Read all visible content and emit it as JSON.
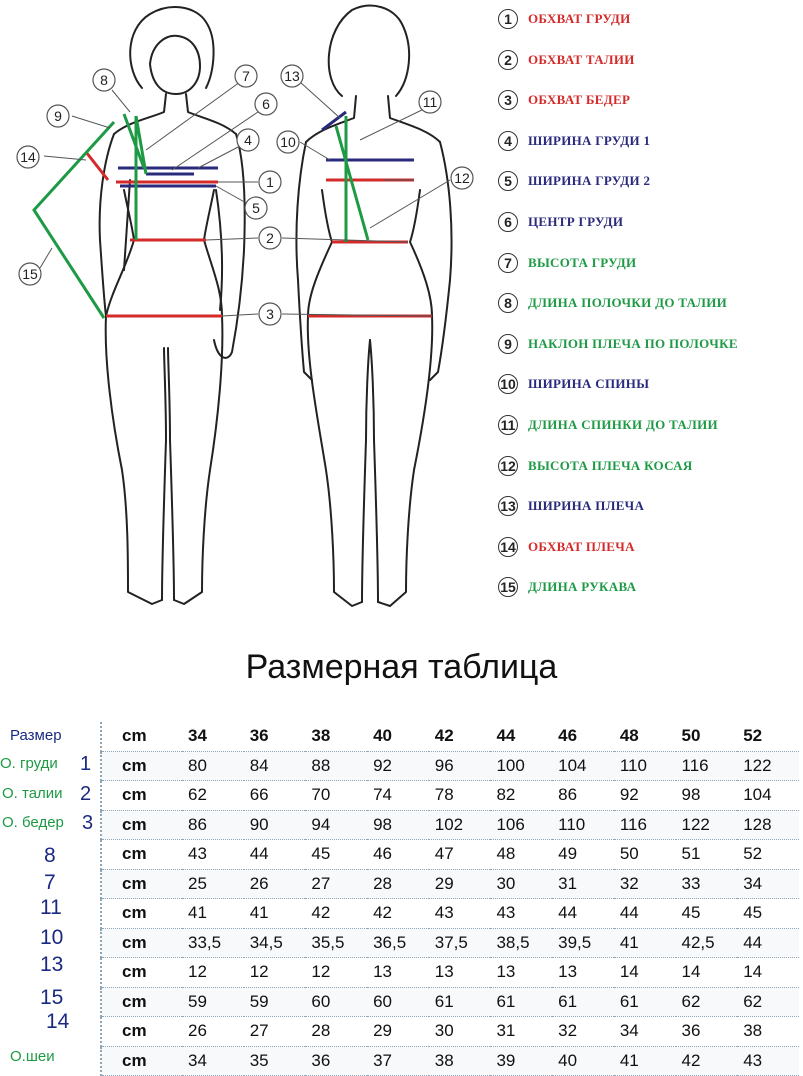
{
  "callouts": [
    "1",
    "2",
    "3",
    "4",
    "5",
    "6",
    "7",
    "8",
    "9",
    "10",
    "11",
    "12",
    "13",
    "14",
    "15"
  ],
  "legend": [
    {
      "num": "1",
      "label": "ОБХВАТ ГРУДИ",
      "color": "#d42a2a"
    },
    {
      "num": "2",
      "label": "ОБХВАТ ТАЛИИ",
      "color": "#d42a2a"
    },
    {
      "num": "3",
      "label": "ОБХВАТ БЕДЕР",
      "color": "#d42a2a"
    },
    {
      "num": "4",
      "label": "ШИРИНА ГРУДИ 1",
      "color": "#2a2a7c"
    },
    {
      "num": "5",
      "label": "ШИРИНА ГРУДИ 2",
      "color": "#2a2a7c"
    },
    {
      "num": "6",
      "label": "ЦЕНТР ГРУДИ",
      "color": "#2a2a7c"
    },
    {
      "num": "7",
      "label": "ВЫСОТА ГРУДИ",
      "color": "#1e9a45"
    },
    {
      "num": "8",
      "label": "ДЛИНА ПОЛОЧКИ ДО ТАЛИИ",
      "color": "#1e9a45"
    },
    {
      "num": "9",
      "label": "НАКЛОН ПЛЕЧА ПО ПОЛОЧКЕ",
      "color": "#1e9a45"
    },
    {
      "num": "10",
      "label": "ШИРИНА СПИНЫ",
      "color": "#2a2a7c"
    },
    {
      "num": "11",
      "label": "ДЛИНА СПИНКИ ДО ТАЛИИ",
      "color": "#1e9a45"
    },
    {
      "num": "12",
      "label": "ВЫСОТА ПЛЕЧА КОСАЯ",
      "color": "#1e9a45"
    },
    {
      "num": "13",
      "label": "ШИРИНА ПЛЕЧА",
      "color": "#2a2a7c"
    },
    {
      "num": "14",
      "label": "ОБХВАТ ПЛЕЧА",
      "color": "#d42a2a"
    },
    {
      "num": "15",
      "label": "ДЛИНА РУКАВА",
      "color": "#1e9a45"
    }
  ],
  "title": "Размерная таблица",
  "row_labels": [
    {
      "text": "Размер",
      "num": "",
      "color": "#1a2a80"
    },
    {
      "text": "О. груди",
      "num": "1",
      "color": "#1e9a45"
    },
    {
      "text": "О. талии",
      "num": "2",
      "color": "#1e9a45"
    },
    {
      "text": "О. бедер",
      "num": "3",
      "color": "#1e9a45"
    },
    {
      "text": "",
      "num": "8",
      "color": "#1a2a80"
    },
    {
      "text": "",
      "num": "7",
      "color": "#1a2a80"
    },
    {
      "text": "",
      "num": "11",
      "color": "#1a2a80"
    },
    {
      "text": "",
      "num": "10",
      "color": "#1a2a80"
    },
    {
      "text": "",
      "num": "13",
      "color": "#1a2a80"
    },
    {
      "text": "",
      "num": "15",
      "color": "#1a2a80"
    },
    {
      "text": "",
      "num": "14",
      "color": "#1a2a80"
    },
    {
      "text": "О.шеи",
      "num": "",
      "color": "#1e9a45"
    }
  ],
  "table": {
    "unit": "cm",
    "rows": [
      [
        "34",
        "36",
        "38",
        "40",
        "42",
        "44",
        "46",
        "48",
        "50",
        "52"
      ],
      [
        "80",
        "84",
        "88",
        "92",
        "96",
        "100",
        "104",
        "110",
        "116",
        "122"
      ],
      [
        "62",
        "66",
        "70",
        "74",
        "78",
        "82",
        "86",
        "92",
        "98",
        "104"
      ],
      [
        "86",
        "90",
        "94",
        "98",
        "102",
        "106",
        "110",
        "116",
        "122",
        "128"
      ],
      [
        "43",
        "44",
        "45",
        "46",
        "47",
        "48",
        "49",
        "50",
        "51",
        "52"
      ],
      [
        "25",
        "26",
        "27",
        "28",
        "29",
        "30",
        "31",
        "32",
        "33",
        "34"
      ],
      [
        "41",
        "41",
        "42",
        "42",
        "43",
        "43",
        "44",
        "44",
        "45",
        "45"
      ],
      [
        "33,5",
        "34,5",
        "35,5",
        "36,5",
        "37,5",
        "38,5",
        "39,5",
        "41",
        "42,5",
        "44"
      ],
      [
        "12",
        "12",
        "12",
        "13",
        "13",
        "13",
        "13",
        "14",
        "14",
        "14"
      ],
      [
        "59",
        "59",
        "60",
        "60",
        "61",
        "61",
        "61",
        "61",
        "62",
        "62"
      ],
      [
        "26",
        "27",
        "28",
        "29",
        "30",
        "31",
        "32",
        "34",
        "36",
        "38"
      ],
      [
        "34",
        "35",
        "36",
        "37",
        "38",
        "39",
        "40",
        "41",
        "42",
        "43"
      ]
    ]
  }
}
